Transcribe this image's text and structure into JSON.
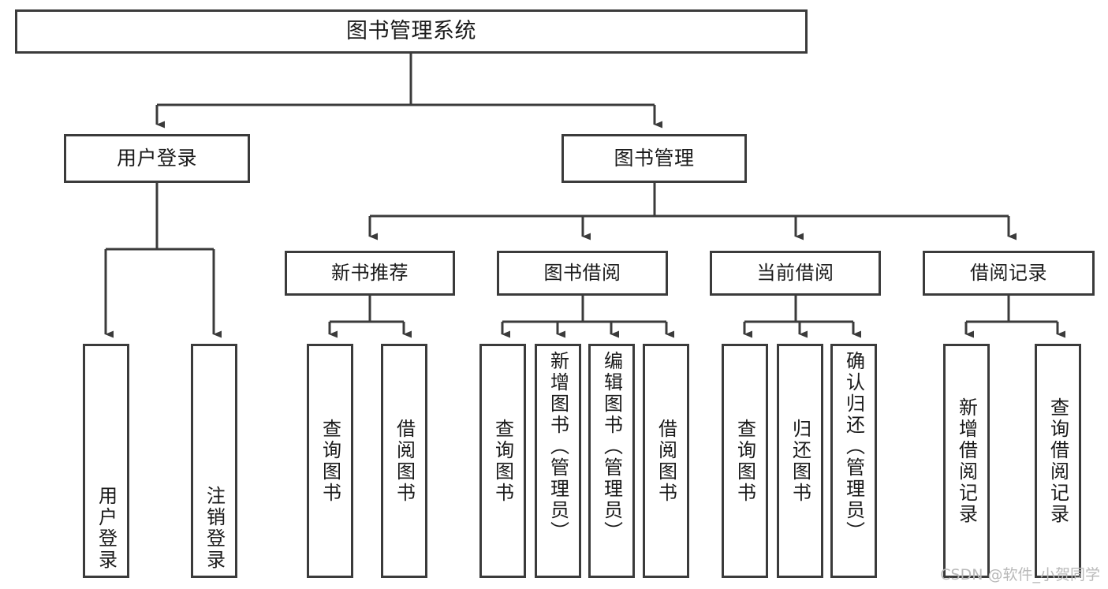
{
  "diagram": {
    "type": "tree",
    "title": "图书管理系统",
    "root": {
      "label": "图书管理系统"
    },
    "level2": [
      {
        "label": "用户登录"
      },
      {
        "label": "图书管理"
      }
    ],
    "level3": [
      {
        "label": "新书推荐"
      },
      {
        "label": "图书借阅"
      },
      {
        "label": "当前借阅"
      },
      {
        "label": "借阅记录"
      }
    ],
    "leaves": [
      {
        "label": "用户登录"
      },
      {
        "label": "注销登录"
      },
      {
        "label": "查询图书"
      },
      {
        "label": "借阅图书"
      },
      {
        "label": "查询图书"
      },
      {
        "label": "新增图书（管理员）"
      },
      {
        "label": "编辑图书（管理员）"
      },
      {
        "label": "借阅图书"
      },
      {
        "label": "查询图书"
      },
      {
        "label": "归还图书"
      },
      {
        "label": "确认归还（管理员）"
      },
      {
        "label": "新增借阅记录"
      },
      {
        "label": "查询借阅记录"
      }
    ]
  },
  "watermark": {
    "text": "CSDN @软件_小贺同学"
  },
  "colors": {
    "box_border": "#3b3b3b",
    "box_fill": "#ffffff",
    "line": "#3b3b3b",
    "text": "#1a1a1a",
    "watermark": "#b9b9b9",
    "background": "#ffffff"
  }
}
